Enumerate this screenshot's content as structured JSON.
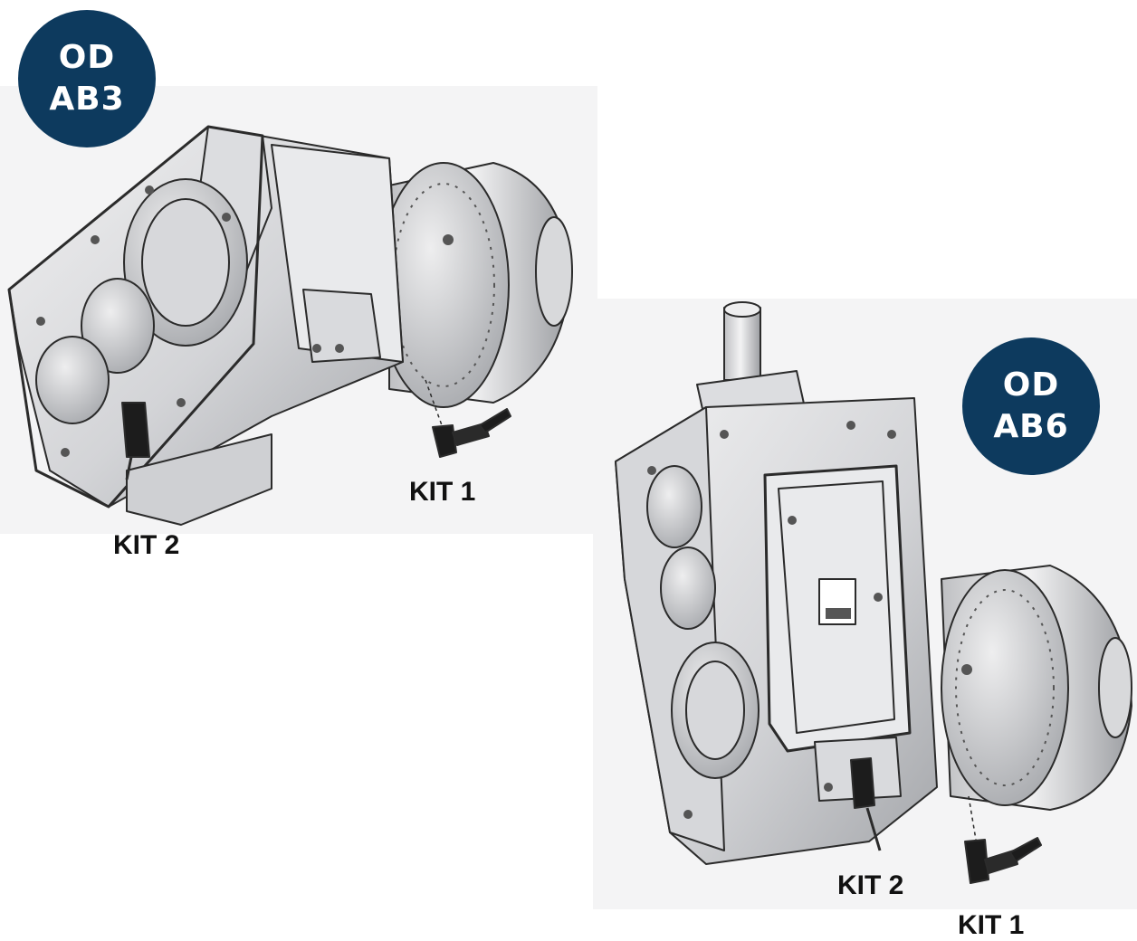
{
  "colors": {
    "badge": "#0d3a5e",
    "metal_light": "#e6e6e8",
    "metal_mid": "#c9cacd",
    "metal_dark": "#8d8f94",
    "outline": "#2b2b2b",
    "valve_black": "#1c1c1c"
  },
  "assemblies": [
    {
      "id": "ab3",
      "badge": {
        "line1": "OD",
        "line2": "AB3"
      },
      "callouts": [
        {
          "label": "KIT 1"
        },
        {
          "label": "KIT 2"
        }
      ]
    },
    {
      "id": "ab6",
      "badge": {
        "line1": "OD",
        "line2": "AB6"
      },
      "callouts": [
        {
          "label": "KIT 2"
        },
        {
          "label": "KIT 1"
        }
      ]
    }
  ],
  "icons": [
    "gearbox-ab3-drawing",
    "gearbox-ab6-drawing",
    "drain-valve-icon"
  ]
}
